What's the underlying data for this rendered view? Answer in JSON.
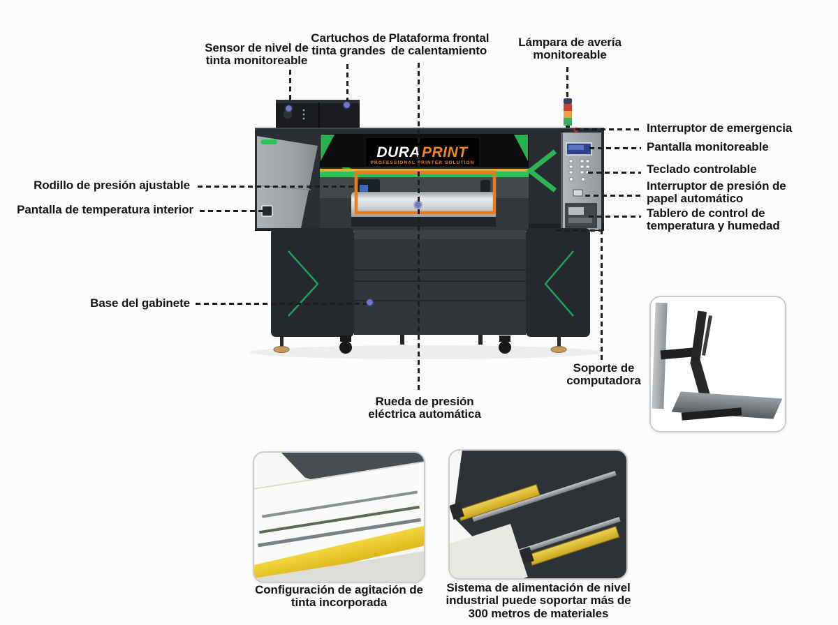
{
  "brand": {
    "name_left": "DURA",
    "name_right": "PRINT",
    "tagline": "PROFESSIONAL PRINTER SOLUTION"
  },
  "colors": {
    "accent_green": "#2dc257",
    "highlight_orange": "#ec7b1c",
    "brand_orange": "#f0861f",
    "label_text": "#141414"
  },
  "labels": {
    "sensor_tinta": "Sensor de nivel de tinta monitoreable",
    "cartuchos": "Cartuchos de tinta grandes",
    "plataforma": "Plataforma frontal de calentamiento",
    "lampara": "Lámpara de avería monitoreable",
    "emergencia": "Interruptor de emergencia",
    "pantalla_monitoreable": "Pantalla monitoreable",
    "teclado": "Teclado controlable",
    "presion_papel": "Interruptor de presión de papel automático",
    "tablero": "Tablero de control de temperatura y humedad",
    "rodillo": "Rodillo de presión ajustable",
    "pantalla_temperatura": "Pantalla de temperatura interior",
    "base_gabinete": "Base del gabinete",
    "rueda": "Rueda de presión eléctrica automática",
    "soporte": "Soporte de computadora"
  },
  "captions": {
    "agitacion": "Configuración de agitación de tinta incorporada",
    "alimentacion": "Sistema de alimentación de nivel industrial puede soportar más de 300 metros de materiales"
  }
}
